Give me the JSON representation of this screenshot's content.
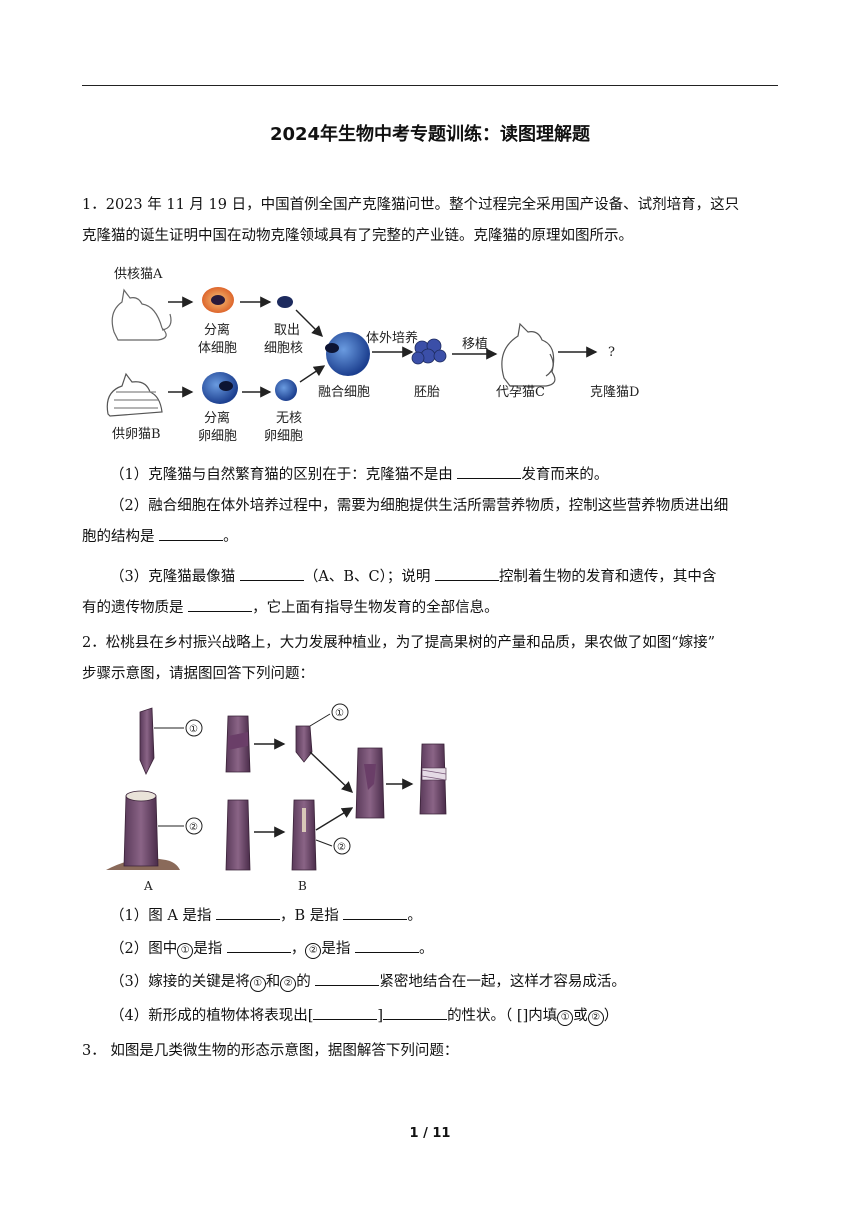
{
  "doc": {
    "title": "2024年生物中考专题训练：读图理解题",
    "page_num": "1 / 11"
  },
  "q1": {
    "stem_1": "1．2023 年 11 月 19 日，中国首例全国产克隆猫问世。整个过程完全采用国产设备、试剂培育，这只",
    "stem_2": "克隆猫的诞生证明中国在动物克隆领域具有了完整的产业链。克隆猫的原理如图所示。",
    "fig": {
      "donor_a": "供核猫A",
      "donor_b": "供卵猫B",
      "sep_body_1": "分离",
      "sep_body_2": "体细胞",
      "take_nuc_1": "取出",
      "take_nuc_2": "细胞核",
      "sep_egg_1": "分离",
      "sep_egg_2": "卵细胞",
      "no_nuc_1": "无核",
      "no_nuc_2": "卵细胞",
      "fused": "融合细胞",
      "culture": "体外培养",
      "embryo": "胚胎",
      "transplant": "移植",
      "surrogate": "代孕猫C",
      "clone": "克隆猫D",
      "question_mark": "?"
    },
    "sub1_a": "（1）克隆猫与自然繁育猫的区别在于：克隆猫不是由 ",
    "sub1_b": "发育而来的。",
    "sub2_a": "（2）融合细胞在体外培养过程中，需要为细胞提供生活所需营养物质，控制这些营养物质进出细",
    "sub2_b": "胞的结构是 ",
    "sub2_c": "。",
    "sub3_a": "（3）克隆猫最像猫 ",
    "sub3_b": "（A、B、C）；说明 ",
    "sub3_c": "控制着生物的发育和遗传，其中含",
    "sub3_d": "有的遗传物质是 ",
    "sub3_e": "，它上面有指导生物发育的全部信息。"
  },
  "q2": {
    "stem_1": "2．松桃县在乡村振兴战略上，大力发展种植业，为了提高果树的产量和品质，果农做了如图“嫁接”",
    "stem_2": "步骤示意图，请据图回答下列问题：",
    "fig": {
      "label_a": "A",
      "label_b": "B",
      "c1": "①",
      "c2": "②"
    },
    "sub1_a": "（1）图 A 是指 ",
    "sub1_b": "，B 是指 ",
    "sub1_c": "。",
    "sub2_a": "（2）图中",
    "sub2_b": "是指 ",
    "sub2_c": "，",
    "sub2_d": "是指 ",
    "sub2_e": "。",
    "sub3_a": "（3）嫁接的关键是将",
    "sub3_b": "和",
    "sub3_c": "的 ",
    "sub3_d": "紧密地结合在一起，这样才容易成活。",
    "sub4_a": "（4）新形成的植物体将表现出[",
    "sub4_b": "]",
    "sub4_c": "的性状。（ []内填",
    "sub4_d": "或",
    "sub4_e": "）",
    "c1": "①",
    "c2": "②"
  },
  "q3": {
    "stem": "3． 如图是几类微生物的形态示意图，据图解答下列问题："
  }
}
